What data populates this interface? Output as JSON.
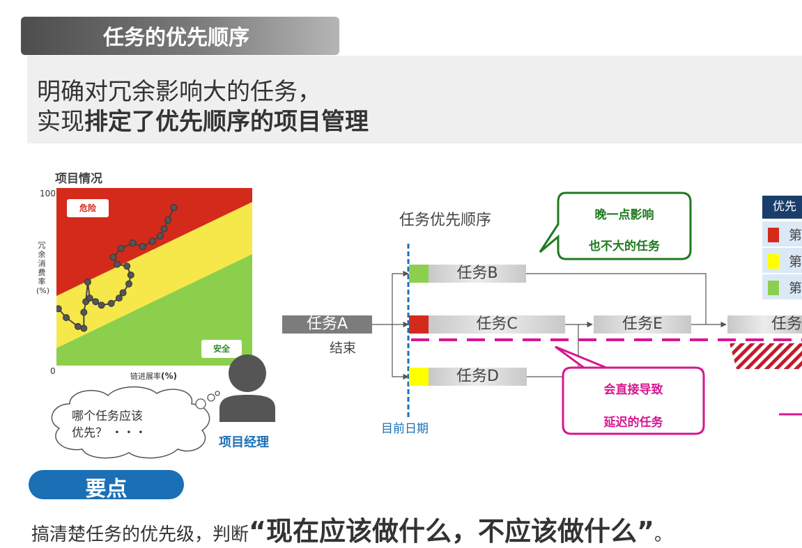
{
  "header": {
    "title": "任务的优先顺序"
  },
  "headline": {
    "line1": "明确对冗余影响大的任务，",
    "line2_normal": "实现",
    "line2_bold": "排定了优先顺序的项目管理"
  },
  "chart": {
    "title": "项目情况",
    "y_max_label": "100",
    "origin_label": "0",
    "y_axis_label": "冗余消费率(%)",
    "x_axis_label": "链进展率",
    "x_axis_unit": "(%)",
    "zone_danger": "危险",
    "zone_safe": "安全",
    "colors": {
      "danger": "#d42a1c",
      "warning": "#f6e84b",
      "safe": "#8ccf4d"
    }
  },
  "chart_data": {
    "type": "scatter",
    "title": "项目情况",
    "xlabel": "链进展率(%)",
    "ylabel": "冗余消费率(%)",
    "xlim": [
      0,
      100
    ],
    "ylim": [
      0,
      100
    ],
    "series": [
      {
        "values": [
          [
            1,
            32
          ],
          [
            5,
            27
          ],
          [
            11,
            22
          ],
          [
            14,
            21
          ],
          [
            14,
            30
          ],
          [
            15,
            36
          ],
          [
            16,
            47
          ],
          [
            17,
            38
          ],
          [
            20,
            36
          ],
          [
            23,
            34
          ],
          [
            28,
            35
          ],
          [
            32,
            38
          ],
          [
            34,
            41
          ],
          [
            37,
            46
          ],
          [
            38,
            51
          ],
          [
            36,
            56
          ],
          [
            31,
            57
          ],
          [
            29,
            61
          ],
          [
            33,
            66
          ],
          [
            39,
            69
          ],
          [
            44,
            67
          ],
          [
            49,
            70
          ],
          [
            53,
            73
          ],
          [
            55,
            77
          ],
          [
            57,
            82
          ],
          [
            60,
            89
          ]
        ]
      }
    ]
  },
  "thought": {
    "line1": "哪个任务应该",
    "line2": "优先？ ・・・"
  },
  "manager": {
    "label": "项目经理"
  },
  "diagram": {
    "title": "任务优先顺序",
    "end_label": "结束",
    "today_label": "目前日期",
    "tasks": {
      "a": "任务A",
      "b": "任务B",
      "c": "任务C",
      "d": "任务D",
      "e": "任务E",
      "f": "任务"
    },
    "callout_green": {
      "line1": "晚一点影响",
      "line2": "也不大的任务"
    },
    "callout_pink": {
      "line1": "会直接导致",
      "line2": "延迟的任务"
    },
    "colors": {
      "critical_path": "#d6168f",
      "today_line": "#1a6fb5",
      "green_callout": "#1f7a1f"
    }
  },
  "legend": {
    "title": "优先",
    "rows": [
      {
        "label": "第",
        "color": "#d42a1c"
      },
      {
        "label": "第",
        "color": "#ffff00"
      },
      {
        "label": "第",
        "color": "#8ccf4d"
      }
    ]
  },
  "keypoint": {
    "label": "要点",
    "text_prefix": "搞清楚任务的优先级，判断",
    "text_quote": "“现在应该做什么，不应该做什么”",
    "text_suffix": "。"
  }
}
